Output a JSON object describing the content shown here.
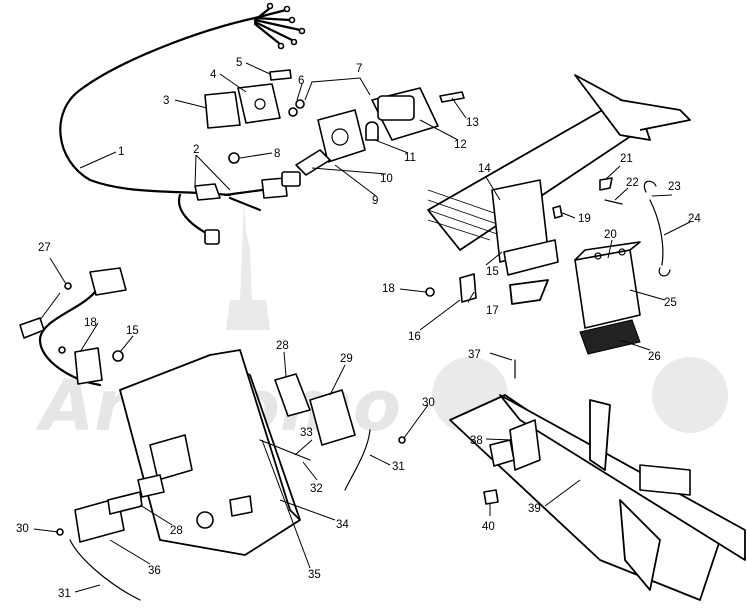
{
  "watermark": "ArtMomo",
  "callouts": [
    {
      "id": "c1",
      "label": "1"
    },
    {
      "id": "c2",
      "label": "2"
    },
    {
      "id": "c3",
      "label": "3"
    },
    {
      "id": "c4",
      "label": "4"
    },
    {
      "id": "c5",
      "label": "5"
    },
    {
      "id": "c6",
      "label": "6"
    },
    {
      "id": "c7",
      "label": "7"
    },
    {
      "id": "c8",
      "label": "8"
    },
    {
      "id": "c9",
      "label": "9"
    },
    {
      "id": "c10",
      "label": "10"
    },
    {
      "id": "c11",
      "label": "11"
    },
    {
      "id": "c12",
      "label": "12"
    },
    {
      "id": "c13",
      "label": "13"
    },
    {
      "id": "c14",
      "label": "14"
    },
    {
      "id": "c15a",
      "label": "15"
    },
    {
      "id": "c15b",
      "label": "15"
    },
    {
      "id": "c16",
      "label": "16"
    },
    {
      "id": "c17",
      "label": "17"
    },
    {
      "id": "c18a",
      "label": "18"
    },
    {
      "id": "c18b",
      "label": "18"
    },
    {
      "id": "c19",
      "label": "19"
    },
    {
      "id": "c20",
      "label": "20"
    },
    {
      "id": "c21",
      "label": "21"
    },
    {
      "id": "c22",
      "label": "22"
    },
    {
      "id": "c23",
      "label": "23"
    },
    {
      "id": "c24",
      "label": "24"
    },
    {
      "id": "c25",
      "label": "25"
    },
    {
      "id": "c26",
      "label": "26"
    },
    {
      "id": "c27",
      "label": "27"
    },
    {
      "id": "c28a",
      "label": "28"
    },
    {
      "id": "c28b",
      "label": "28"
    },
    {
      "id": "c29",
      "label": "29"
    },
    {
      "id": "c30a",
      "label": "30"
    },
    {
      "id": "c30b",
      "label": "30"
    },
    {
      "id": "c31a",
      "label": "31"
    },
    {
      "id": "c31b",
      "label": "31"
    },
    {
      "id": "c32",
      "label": "32"
    },
    {
      "id": "c33",
      "label": "33"
    },
    {
      "id": "c34",
      "label": "34"
    },
    {
      "id": "c35",
      "label": "35"
    },
    {
      "id": "c36",
      "label": "36"
    },
    {
      "id": "c37",
      "label": "37"
    },
    {
      "id": "c38",
      "label": "38"
    },
    {
      "id": "c39",
      "label": "39"
    },
    {
      "id": "c40",
      "label": "40"
    }
  ]
}
